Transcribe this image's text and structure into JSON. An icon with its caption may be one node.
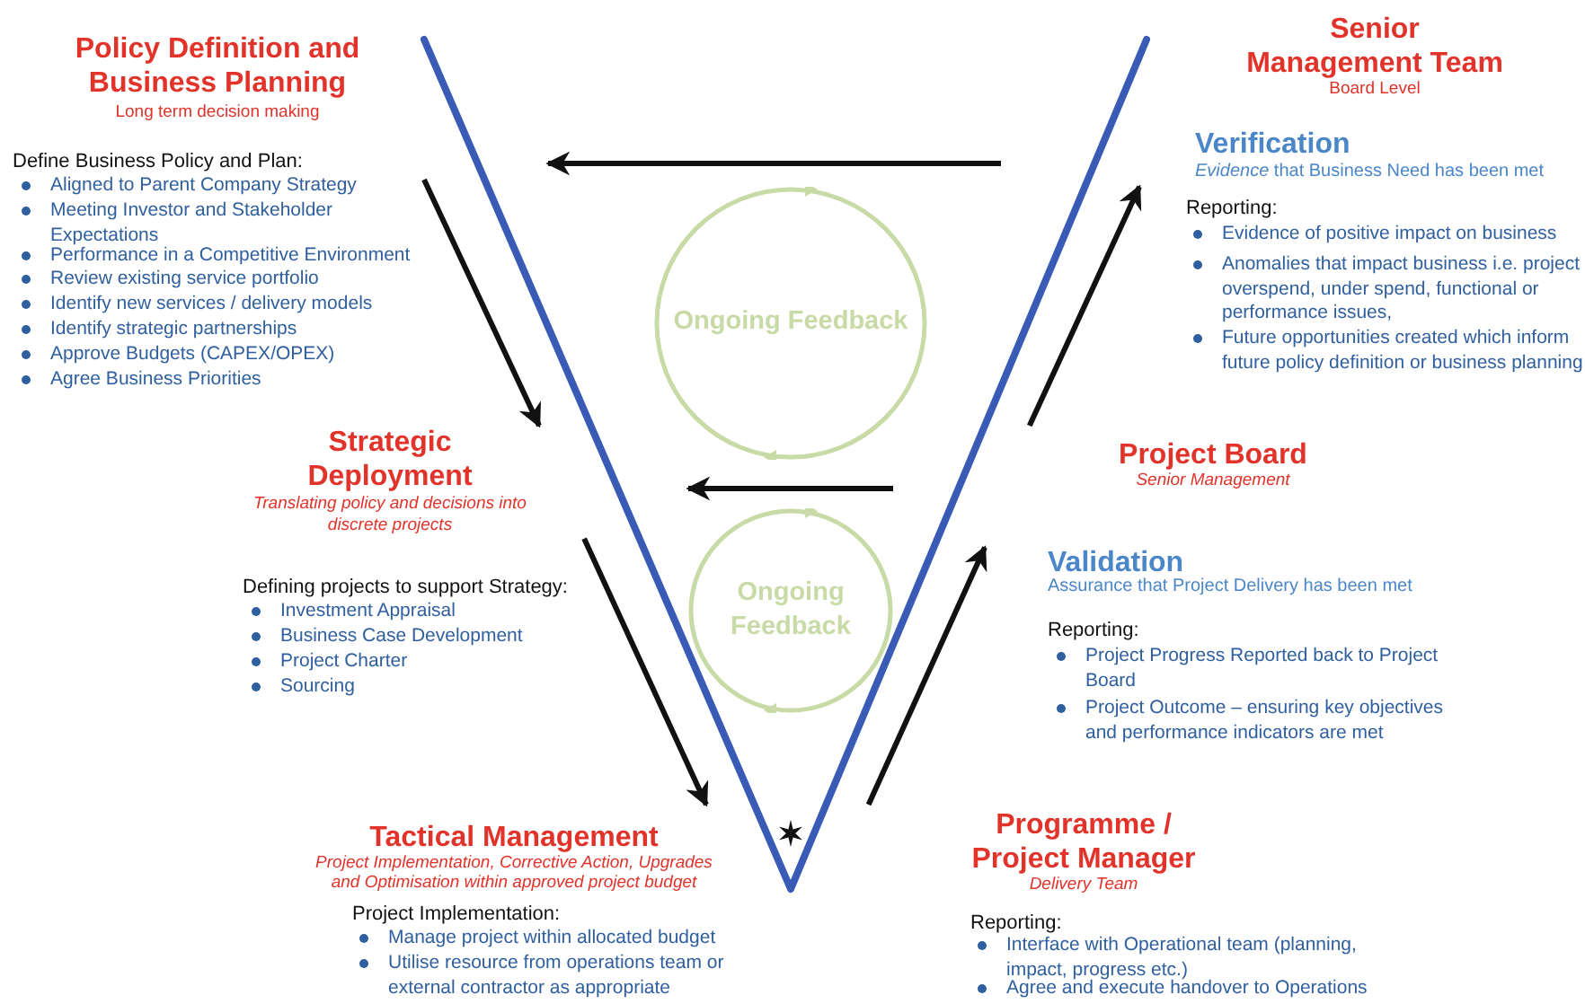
{
  "diagram": {
    "nodes": [
      {
        "text": [
          "Policy Definition and Business Planning",
          "Long term decision making",
          "Define Business Policy and Plan:",
          "Aligned to Parent Company Strategy",
          "Meeting Investor and Stakeholder Expectations",
          "Performance in a Competitive Environment",
          "Review existing service portfolio",
          "Identify new services / delivery models",
          "Identify strategic partnerships",
          "Approve Budgets (CAPEX/OPEX)",
          "Agree Business Priorities"
        ]
      },
      {
        "text": [
          "Strategic Deployment",
          "Translating policy and decisions into discrete projects",
          "Defining projects to support Strategy:",
          "Investment Appraisal",
          "Business Case Development",
          "Project Charter",
          "Sourcing"
        ]
      },
      {
        "text": [
          "Tactical Management",
          "Project Implementation, Corrective Action, Upgrades and Optimisation within approved project budget",
          "Project Implementation:",
          "Manage project within allocated budget",
          "Utilise resource from operations team or external contractor as appropriate"
        ]
      },
      {
        "text": [
          "Senior Management Team",
          "Board Level"
        ]
      },
      {
        "text": [
          "Verification",
          "*Evidence* that Business Need has been met",
          "Reporting:",
          "Evidence of positive impact on business",
          "Anomalies that impact business i.e. project overspend, under spend, functional or performance issues,",
          "Future opportunities created which inform future policy definition or business planning"
        ]
      },
      {
        "text": [
          "Project Board",
          "Senior Management"
        ]
      },
      {
        "text": [
          "Validation",
          "Assurance that Project Delivery has been met",
          "Reporting:",
          "Project Progress Reported back to Project Board",
          "Project Outcome – ensuring key objectives and performance indicators are met"
        ]
      },
      {
        "text": [
          "Programme / Project Manager",
          "Delivery Team",
          "Reporting:",
          "Interface with Operational team (planning, impact, progress etc.)",
          "Agree and execute handover to Operations"
        ]
      },
      {
        "text": [
          "Ongoing Feedback"
        ]
      },
      {
        "text": [
          "Ongoing Feedback"
        ]
      }
    ],
    "edges": [
      {
        "from": 0,
        "to": 1,
        "arrow": "to"
      },
      {
        "from": 1,
        "to": 2,
        "arrow": "to"
      },
      {
        "from": 7,
        "to": 6,
        "arrow": "to"
      },
      {
        "from": 5,
        "to": 4,
        "arrow": "to"
      }
    ]
  }
}
